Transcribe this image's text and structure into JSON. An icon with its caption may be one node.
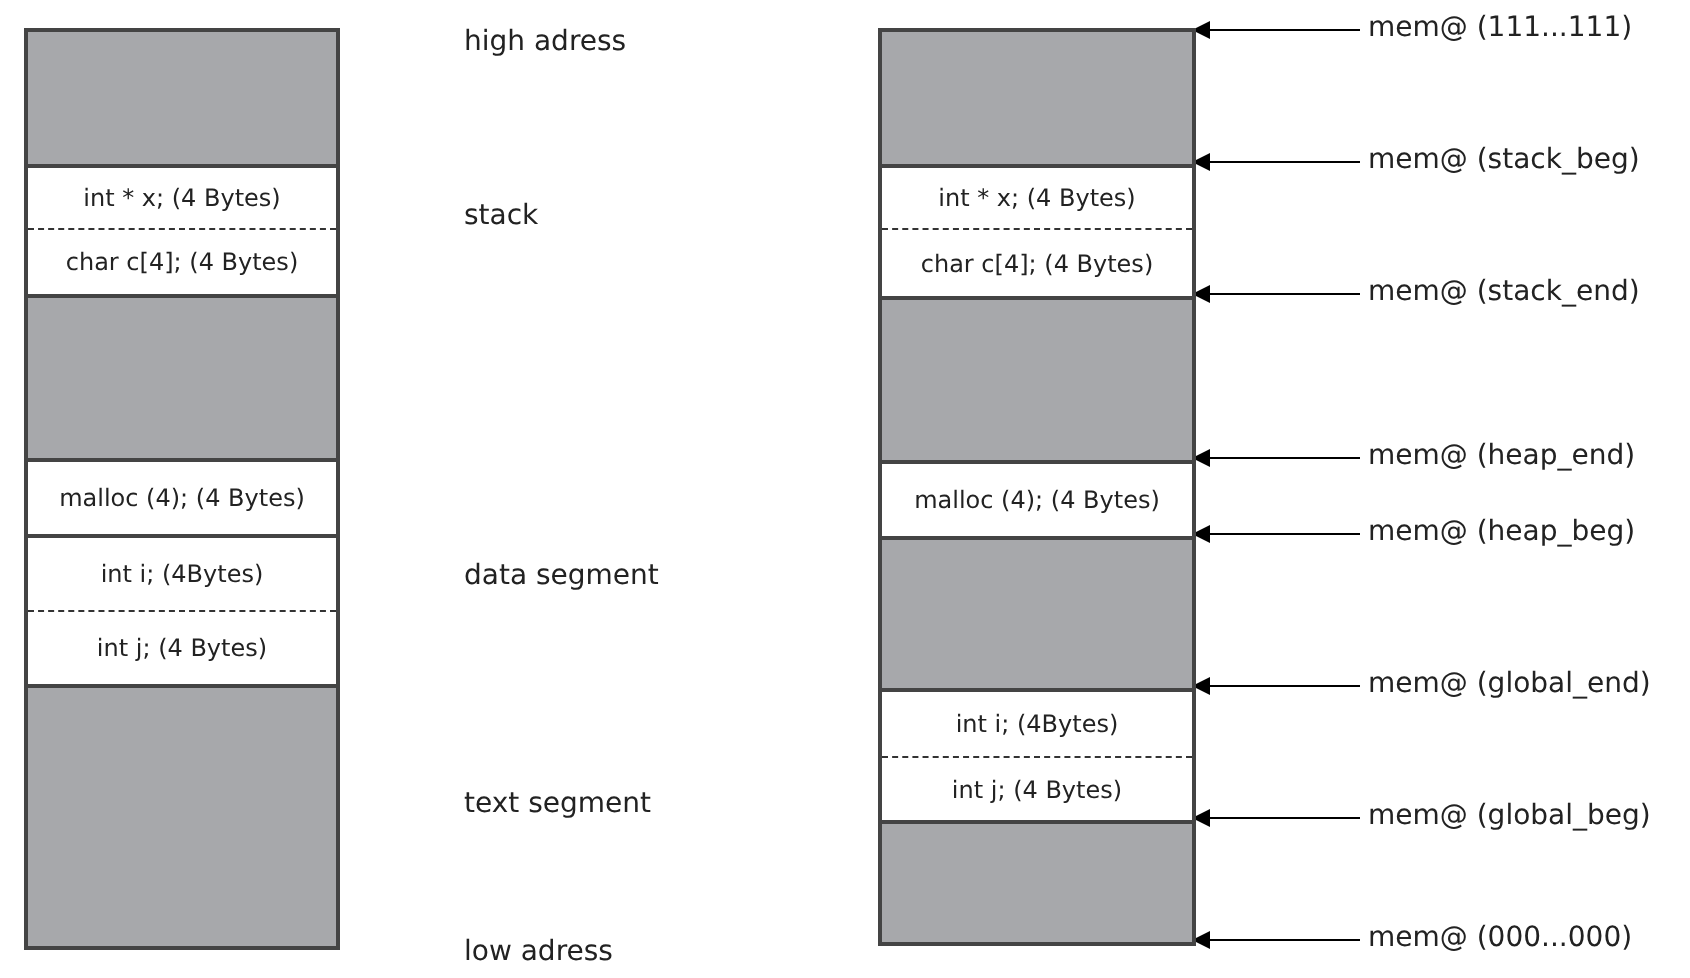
{
  "diagram": {
    "nodes": [
      {
        "text": [],
        "shape": "box"
      },
      {
        "text": [],
        "shape": "box",
        "in": 0
      },
      {
        "text": [
          "int * x; (4 Bytes)"
        ],
        "in": 0
      },
      {
        "text": [
          "char c[4]; (4 Bytes)"
        ],
        "in": 0
      },
      {
        "text": [],
        "shape": "box",
        "in": 0
      },
      {
        "text": [
          "malloc (4); (4 Bytes)"
        ],
        "in": 0
      },
      {
        "text": [
          "int i; (4Bytes)"
        ],
        "in": 0
      },
      {
        "text": [
          "int j; (4 Bytes)"
        ],
        "in": 0
      },
      {
        "text": [],
        "shape": "box",
        "in": 0
      },
      {
        "text": [],
        "shape": "box"
      },
      {
        "text": [],
        "shape": "box",
        "in": 9
      },
      {
        "text": [
          "int * x; (4 Bytes)"
        ],
        "in": 9
      },
      {
        "text": [
          "char c[4]; (4 Bytes)"
        ],
        "in": 9
      },
      {
        "text": [],
        "shape": "box",
        "in": 9
      },
      {
        "text": [
          "malloc (4); (4 Bytes)"
        ],
        "in": 9
      },
      {
        "text": [],
        "shape": "box",
        "in": 9
      },
      {
        "text": [
          "int i; (4Bytes)"
        ],
        "in": 9
      },
      {
        "text": [
          "int j; (4 Bytes)"
        ],
        "in": 9
      },
      {
        "text": [],
        "shape": "box",
        "in": 9
      },
      {
        "text": [
          "mem@ (111...111)"
        ]
      },
      {
        "text": [
          "mem@ (stack_beg)"
        ]
      },
      {
        "text": [
          "mem@ (stack_end)"
        ]
      },
      {
        "text": [
          "mem@ (heap_end)"
        ]
      },
      {
        "text": [
          "mem@ (heap_beg)"
        ]
      },
      {
        "text": [
          "mem@ (global_end)"
        ]
      },
      {
        "text": [
          "mem@ (global_beg)"
        ]
      },
      {
        "text": [
          "mem@ (000...000)"
        ]
      }
    ],
    "edges": [
      {
        "from": 19,
        "to": 9,
        "arrow": "to"
      },
      {
        "from": 20,
        "to": 9,
        "arrow": "to"
      },
      {
        "from": 21,
        "to": 9,
        "arrow": "to"
      },
      {
        "from": 22,
        "to": 9,
        "arrow": "to"
      },
      {
        "from": 23,
        "to": 9,
        "arrow": "to"
      },
      {
        "from": 24,
        "to": 9,
        "arrow": "to"
      },
      {
        "from": 25,
        "to": 9,
        "arrow": "to"
      },
      {
        "from": 26,
        "to": 9,
        "arrow": "to"
      }
    ],
    "labels": [
      "high adress",
      "stack",
      "data segment",
      "text segment",
      "low adress"
    ]
  }
}
